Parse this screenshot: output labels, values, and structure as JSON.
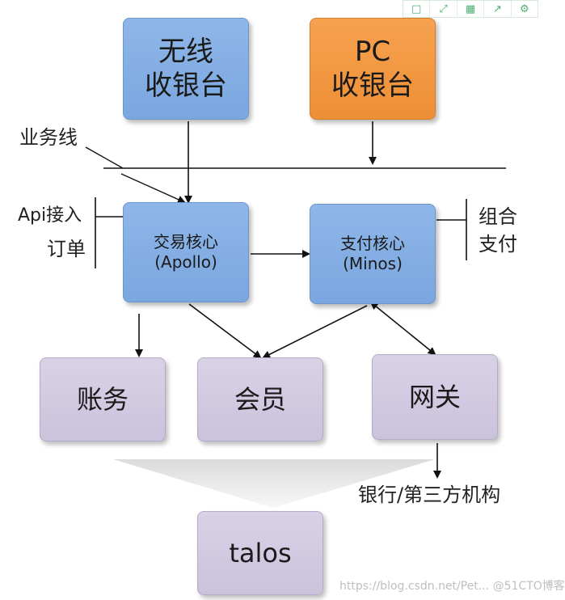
{
  "toolbar": {
    "icons": [
      "copy-icon",
      "expand-icon",
      "save-icon",
      "share-icon",
      "settings-icon"
    ],
    "accent": "#4caf70"
  },
  "nodes": {
    "wireless_pos": [
      "无线",
      "收银台"
    ],
    "pc_pos": [
      "PC",
      "收银台"
    ],
    "trade_core": [
      "交易核心",
      "(Apollo)"
    ],
    "pay_core": [
      "支付核心",
      "(Minos)"
    ],
    "accounting": "账务",
    "member": "会员",
    "gateway": "网关",
    "talos": "talos"
  },
  "labels": {
    "business_line": "业务线",
    "api_access": "Api接入",
    "order": "订单",
    "combined_pay": [
      "组合",
      "支付"
    ],
    "bank": "银行/第三方机构"
  },
  "watermark": "https://blog.csdn.net/Pet... @51CTO博客",
  "colors": {
    "blue_box": "#7aa7df",
    "orange_box": "#ee8f36",
    "purple_box": "#cbc2dc",
    "line": "#111111"
  }
}
